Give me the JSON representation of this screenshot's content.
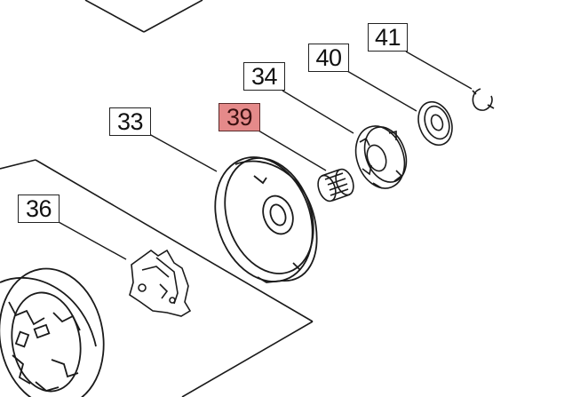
{
  "diagram": {
    "callouts": [
      {
        "id": "41",
        "label": "41",
        "highlighted": false
      },
      {
        "id": "40",
        "label": "40",
        "highlighted": false
      },
      {
        "id": "34",
        "label": "34",
        "highlighted": false
      },
      {
        "id": "39",
        "label": "39",
        "highlighted": true
      },
      {
        "id": "33",
        "label": "33",
        "highlighted": false
      },
      {
        "id": "36",
        "label": "36",
        "highlighted": false
      }
    ],
    "colors": {
      "line": "#1a1a1a",
      "highlight": "#e58a8a",
      "background": "#ffffff"
    }
  }
}
